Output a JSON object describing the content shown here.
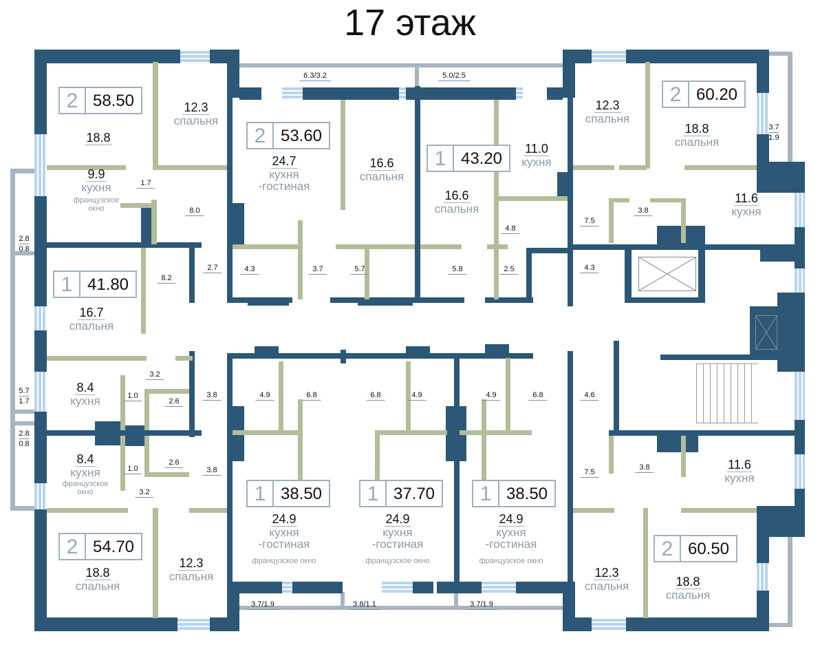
{
  "title": "17 этаж",
  "colors": {
    "wall": "#2c5777",
    "partition": "#b2bd9a",
    "frame": "#a9b5c1",
    "window": "#b8d5ef",
    "room_name": "#8b9aa7"
  },
  "apartments": [
    {
      "rooms": "2",
      "area": "58.50"
    },
    {
      "rooms": "2",
      "area": "53.60"
    },
    {
      "rooms": "1",
      "area": "43.20"
    },
    {
      "rooms": "2",
      "area": "60.20"
    },
    {
      "rooms": "1",
      "area": "41.80"
    },
    {
      "rooms": "2",
      "area": "54.70"
    },
    {
      "rooms": "1",
      "area": "38.50"
    },
    {
      "rooms": "1",
      "area": "37.70"
    },
    {
      "rooms": "1",
      "area": "38.50"
    },
    {
      "rooms": "2",
      "area": "60.50"
    }
  ],
  "rooms": [
    {
      "area": "18.8",
      "name": ""
    },
    {
      "area": "12.3",
      "name": "спальня"
    },
    {
      "area": "24.7",
      "name": "кухня",
      "name2": "-гостиная"
    },
    {
      "area": "16.6",
      "name": "спальня"
    },
    {
      "area": "16.6",
      "name": "спальня"
    },
    {
      "area": "11.0",
      "name": "кухня"
    },
    {
      "area": "12.3",
      "name": "спальня"
    },
    {
      "area": "18.8",
      "name": "спальня"
    },
    {
      "area": "11.6",
      "name": "кухня"
    },
    {
      "area": "9.9",
      "name": "кухня"
    },
    {
      "area": "16.7",
      "name": "спальня"
    },
    {
      "area": "8.4",
      "name": "кухня"
    },
    {
      "area": "8.4",
      "name": "кухня"
    },
    {
      "area": "18.8",
      "name": "спальня"
    },
    {
      "area": "12.3",
      "name": "спальня"
    },
    {
      "area": "24.9",
      "name": "кухня",
      "name2": "-гостиная"
    },
    {
      "area": "24.9",
      "name": "кухня",
      "name2": "-гостиная"
    },
    {
      "area": "24.9",
      "name": "кухня",
      "name2": "-гостиная"
    },
    {
      "area": "11.6",
      "name": "кухня"
    },
    {
      "area": "12.3",
      "name": "спальня"
    },
    {
      "area": "18.8",
      "name": "спальня"
    }
  ],
  "notes": {
    "french_window_1": "французское",
    "french_window_2": "окно",
    "french_window": "французское окно"
  },
  "dims": [
    "6.3/3.2",
    "5.0/2.5",
    "1.7",
    "8.0",
    "8.2",
    "2.7",
    "4.3",
    "3.7",
    "5.7",
    "5.8",
    "2.5",
    "4.8",
    "7.5",
    "4.3",
    "3.8",
    "3.2",
    "1.0",
    "2.6",
    "3.8",
    "1.0",
    "2.6",
    "3.8",
    "3.2",
    "4.9",
    "6.8",
    "6.8",
    "4.9",
    "4.9",
    "6.8",
    "4.6",
    "7.5",
    "3.8"
  ],
  "fracs": [
    {
      "top": "2.8",
      "bottom": "0.8"
    },
    {
      "top": "5.7",
      "bottom": "1.7"
    },
    {
      "top": "2.8",
      "bottom": "0.8"
    },
    {
      "top": "3.7",
      "bottom": "1.9"
    },
    {
      "top": "3.7",
      "bottom": "1.9"
    },
    {
      "top": "3.8",
      "bottom": "1.1"
    },
    {
      "top": "3.7",
      "bottom": "1.9"
    }
  ]
}
